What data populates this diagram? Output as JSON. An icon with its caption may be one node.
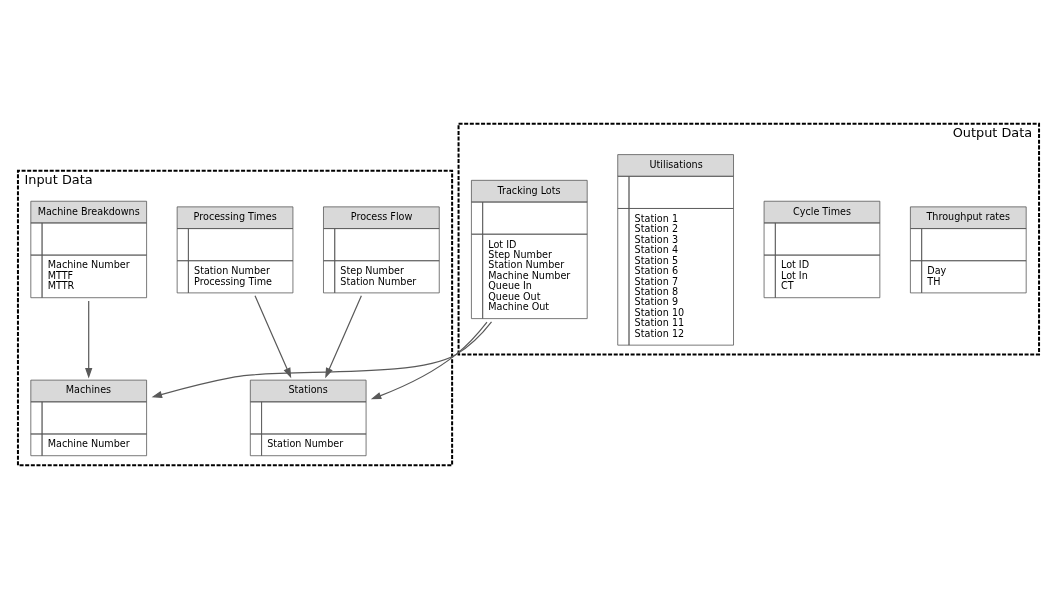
{
  "diagram": {
    "nodes": [
      {
        "text": [
          "Input Data"
        ]
      },
      {
        "text": [
          "Process Flow",
          "Step Number",
          "Station Number"
        ],
        "in": 0
      },
      {
        "text": [
          "Stations",
          "Station Number"
        ],
        "in": 0
      },
      {
        "text": [
          "Processing Times",
          "Station Number",
          "Processing Time"
        ],
        "in": 0
      },
      {
        "text": [
          "Machine Breakdowns",
          "Machine Number",
          "MTTF",
          "MTTR"
        ],
        "in": 0
      },
      {
        "text": [
          "Machines",
          "Machine Number"
        ],
        "in": 0
      },
      {
        "text": [
          "Output Data"
        ]
      },
      {
        "text": [
          "Throughput rates",
          "Day",
          "TH"
        ],
        "in": 6
      },
      {
        "text": [
          "Cycle Times",
          "Lot ID",
          "Lot In",
          "CT"
        ],
        "in": 6
      },
      {
        "text": [
          "Utilisations",
          "Station 1",
          "Station 2",
          "Station 3",
          "Station 4",
          "Station 5",
          "Station 6",
          "Station 7",
          "Station 8",
          "Station 9",
          "Station 10",
          "Station 11",
          "Station 12"
        ],
        "in": 6
      },
      {
        "text": [
          "Tracking Lots",
          "Lot ID",
          "Step Number",
          "Station Number",
          "Machine Number",
          "Queue In",
          "Queue Out",
          "Machine Out"
        ],
        "in": 6
      }
    ],
    "edges": [
      {
        "from": 1,
        "to": 2,
        "arrow": "to"
      },
      {
        "from": 3,
        "to": 2,
        "arrow": "to"
      },
      {
        "from": 10,
        "to": 2,
        "arrow": "to"
      },
      {
        "from": 4,
        "to": 5,
        "arrow": "to"
      },
      {
        "from": 10,
        "to": 5,
        "arrow": "to"
      }
    ]
  }
}
